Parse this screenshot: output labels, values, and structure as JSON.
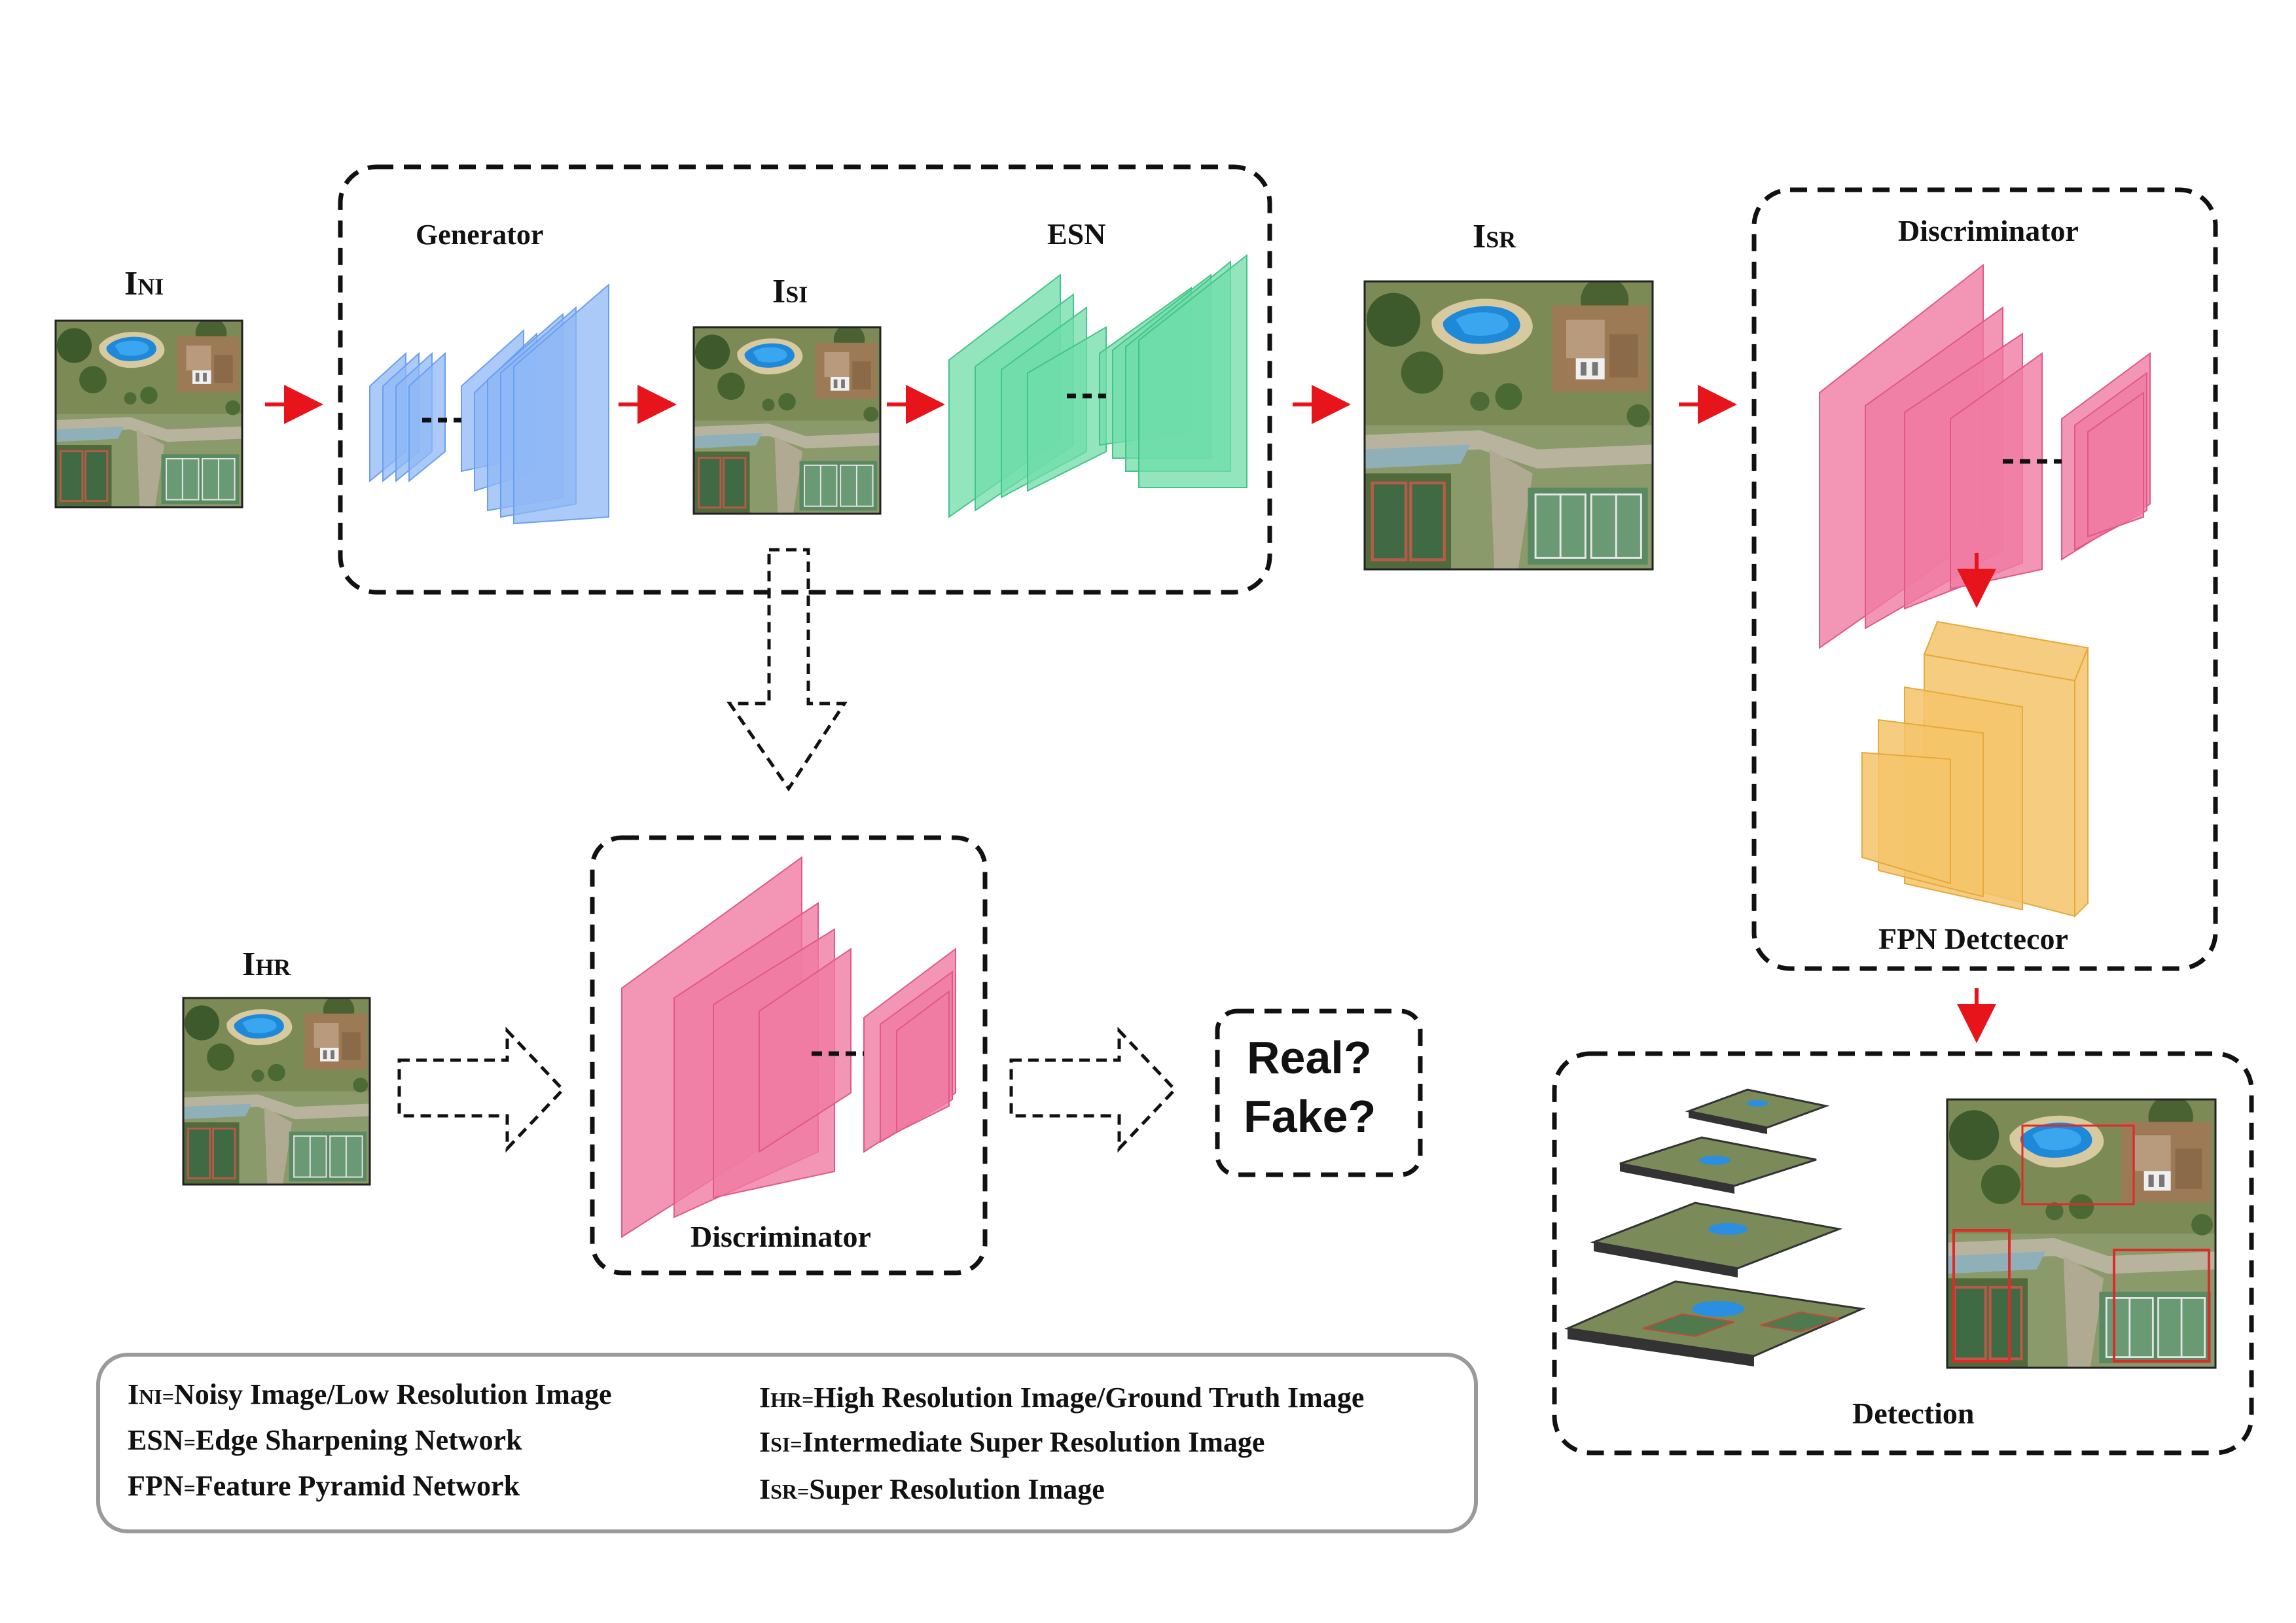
{
  "labels": {
    "i_ni_main": "I",
    "i_ni_sub": "NI",
    "i_si_main": "I",
    "i_si_sub": "SI",
    "i_sr_main": "I",
    "i_sr_sub": "SR",
    "i_hr_main": "I",
    "i_hr_sub": "HR",
    "generator": "Generator",
    "esn": "ESN",
    "discriminator_top": "Discriminator",
    "discriminator_bottom": "Discriminator",
    "fpn_detector": "FPN Detctecor",
    "detection": "Detection",
    "real": "Real?",
    "fake": "Fake?"
  },
  "legend": {
    "left": [
      {
        "abbr_main": "I",
        "abbr_sub": "NI",
        "sep": "=",
        "text": "Noisy Image/Low Resolution Image"
      },
      {
        "abbr_main": "ESN",
        "abbr_sub": "",
        "sep": "=",
        "text": "Edge Sharpening Network"
      },
      {
        "abbr_main": "FPN",
        "abbr_sub": "",
        "sep": "=",
        "text": "Feature Pyramid Network"
      }
    ],
    "right": [
      {
        "abbr_main": "I",
        "abbr_sub": "HR",
        "sep": "=",
        "text": "High Resolution Image/Ground Truth Image"
      },
      {
        "abbr_main": "I",
        "abbr_sub": "SI",
        "sep": "=",
        "text": "Intermediate Super Resolution Image"
      },
      {
        "abbr_main": "I",
        "abbr_sub": "SR",
        "sep": "=",
        "text": "Super Resolution Image"
      }
    ]
  },
  "colors": {
    "generator_blue": "#8fb8f6",
    "esn_green": "#6fdca8",
    "discriminator_pink": "#f07ba3",
    "fpn_orange": "#f5c46a",
    "arrow_red": "#e8141b",
    "border_dark": "#111111",
    "legend_border": "#9a9a9a"
  }
}
